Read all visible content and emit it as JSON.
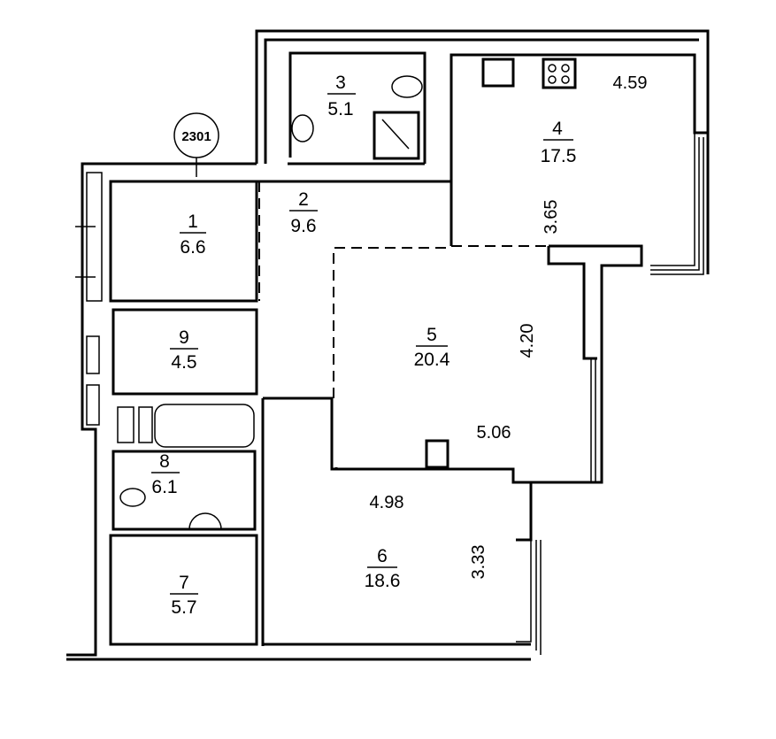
{
  "plan": {
    "apartment_tag": "2301",
    "rooms": [
      {
        "number": "1",
        "area": "6.6"
      },
      {
        "number": "2",
        "area": "9.6"
      },
      {
        "number": "3",
        "area": "5.1"
      },
      {
        "number": "4",
        "area": "17.5"
      },
      {
        "number": "5",
        "area": "20.4"
      },
      {
        "number": "6",
        "area": "18.6"
      },
      {
        "number": "7",
        "area": "5.7"
      },
      {
        "number": "8",
        "area": "6.1"
      },
      {
        "number": "9",
        "area": "4.5"
      }
    ],
    "dimensions": {
      "kitchen_width": "4.59",
      "kitchen_depth": "3.65",
      "living_depth": "4.20",
      "living_width": "5.06",
      "bedroom_width": "4.98",
      "bedroom_depth": "3.33"
    }
  }
}
